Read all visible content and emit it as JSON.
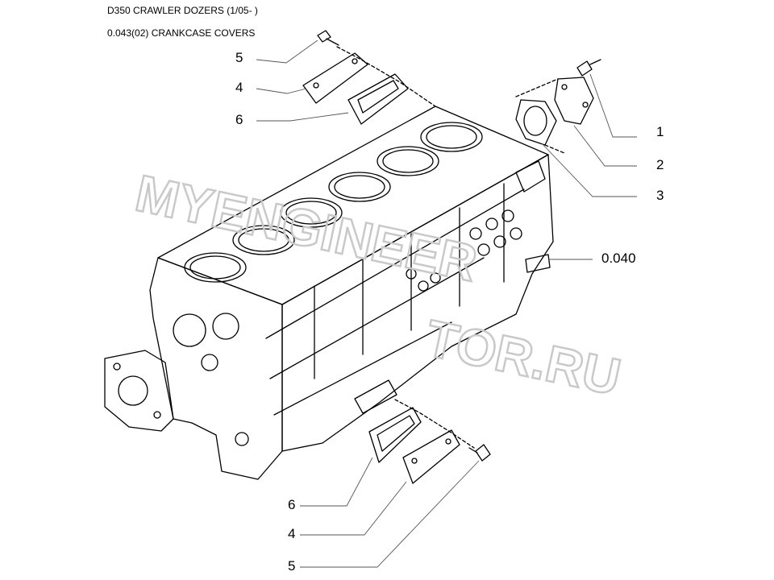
{
  "header": {
    "line1": "D350 CRAWLER DOZERS (1/05- )",
    "line2": "0.043(02) CRANKCASE COVERS"
  },
  "callouts": [
    {
      "id": "top-5",
      "label": "5"
    },
    {
      "id": "top-4",
      "label": "4"
    },
    {
      "id": "top-6",
      "label": "6"
    },
    {
      "id": "right-1",
      "label": "1"
    },
    {
      "id": "right-2",
      "label": "2"
    },
    {
      "id": "right-3",
      "label": "3"
    },
    {
      "id": "ref-0040",
      "label": "0.040"
    },
    {
      "id": "bottom-6",
      "label": "6"
    },
    {
      "id": "bottom-4",
      "label": "4"
    },
    {
      "id": "bottom-5",
      "label": "5"
    }
  ],
  "watermark": {
    "line1": "MYENGINEER",
    "line2": "TOR.RU"
  },
  "colors": {
    "line": "#000000",
    "leader": "#555555",
    "watermark": "#d0d0d0"
  }
}
